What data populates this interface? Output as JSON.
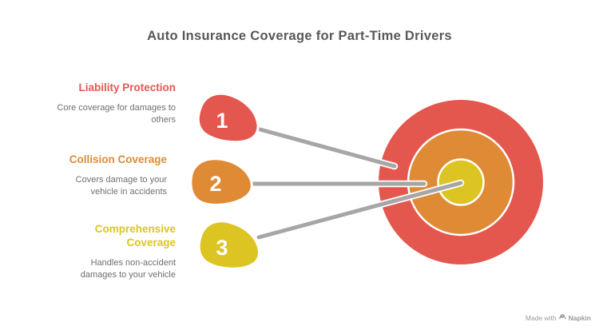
{
  "title": "Auto Insurance Coverage for Part-Time Drivers",
  "items": [
    {
      "number": "1",
      "label": "Liability Protection",
      "description": "Core coverage for damages to others",
      "color": "#E4574F"
    },
    {
      "number": "2",
      "label": "Collision Coverage",
      "description": "Covers damage to your vehicle in accidents",
      "color": "#DF8A35"
    },
    {
      "number": "3",
      "label": "Comprehensive Coverage",
      "description": "Handles non-accident damages to your vehicle",
      "color": "#DCC522"
    }
  ],
  "target": {
    "outer_color": "#E4574F",
    "middle_color": "#DF8A35",
    "inner_color": "#DCC522"
  },
  "connectors": {
    "color": "#A6A6A6"
  },
  "text_colors": {
    "title": "#58585A",
    "description": "#6F6F6F"
  },
  "footer": {
    "made_with": "Made with",
    "brand": "Napkin"
  }
}
